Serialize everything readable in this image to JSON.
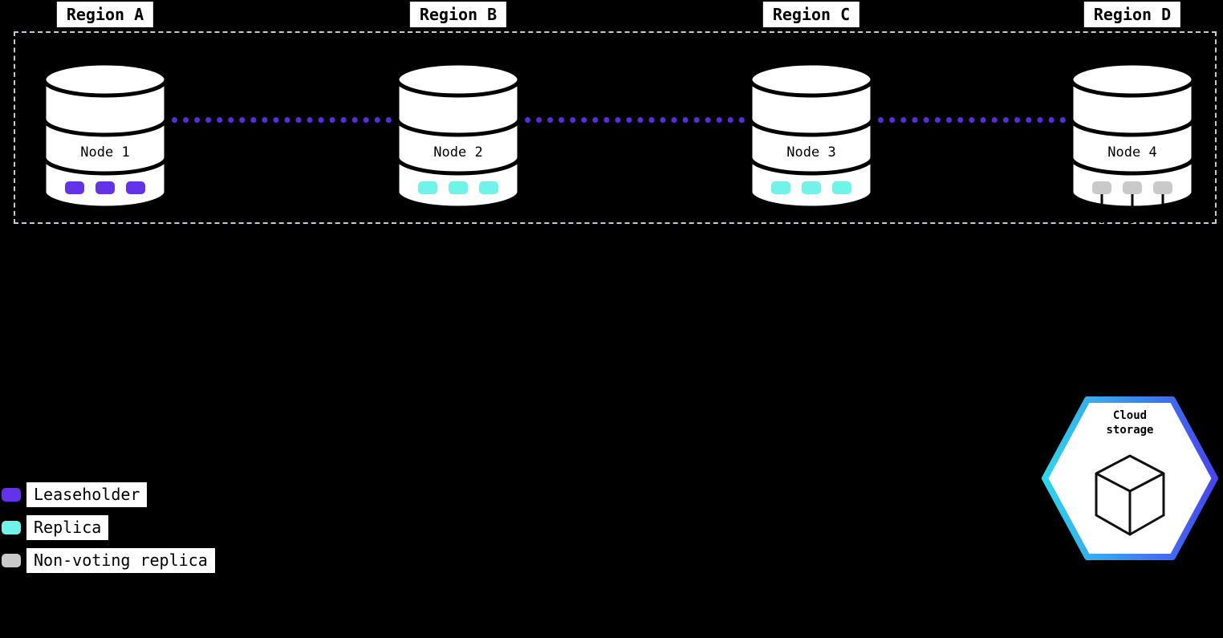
{
  "diagram": {
    "regions": [
      {
        "label": "Region A"
      },
      {
        "label": "Region B"
      },
      {
        "label": "Region C"
      },
      {
        "label": "Region D"
      }
    ],
    "nodes": [
      {
        "label": "Node 1",
        "replica_type": "leaseholder"
      },
      {
        "label": "Node 2",
        "replica_type": "replica"
      },
      {
        "label": "Node 3",
        "replica_type": "replica"
      },
      {
        "label": "Node 4",
        "replica_type": "non-voting replica"
      }
    ],
    "legend": [
      {
        "label": "Leaseholder",
        "color_key": "leaseholder"
      },
      {
        "label": "Replica",
        "color_key": "replica"
      },
      {
        "label": "Non-voting replica",
        "color_key": "nonvoting"
      }
    ],
    "cloud_storage": {
      "lines": [
        "Cloud",
        "storage"
      ]
    }
  },
  "colors": {
    "leaseholder": "#6333E8",
    "replica": "#70F4E9",
    "nonvoting": "#C9C9C9",
    "connector": "#5B2BE0",
    "hexStart": "#2FD4EB",
    "hexEnd": "#4845F0"
  }
}
